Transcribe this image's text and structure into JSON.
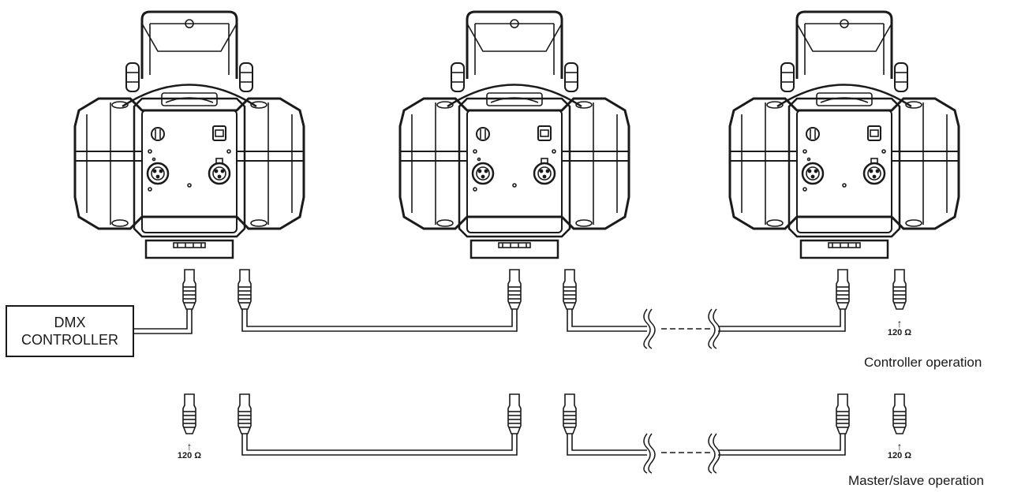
{
  "controller_box": {
    "line1": "DMX",
    "line2": "CONTROLLER"
  },
  "terminators": {
    "controller_right": "120 Ω",
    "slave_left": "120 Ω",
    "slave_right": "120 Ω"
  },
  "captions": {
    "controller": "Controller operation",
    "master_slave": "Master/slave operation"
  }
}
